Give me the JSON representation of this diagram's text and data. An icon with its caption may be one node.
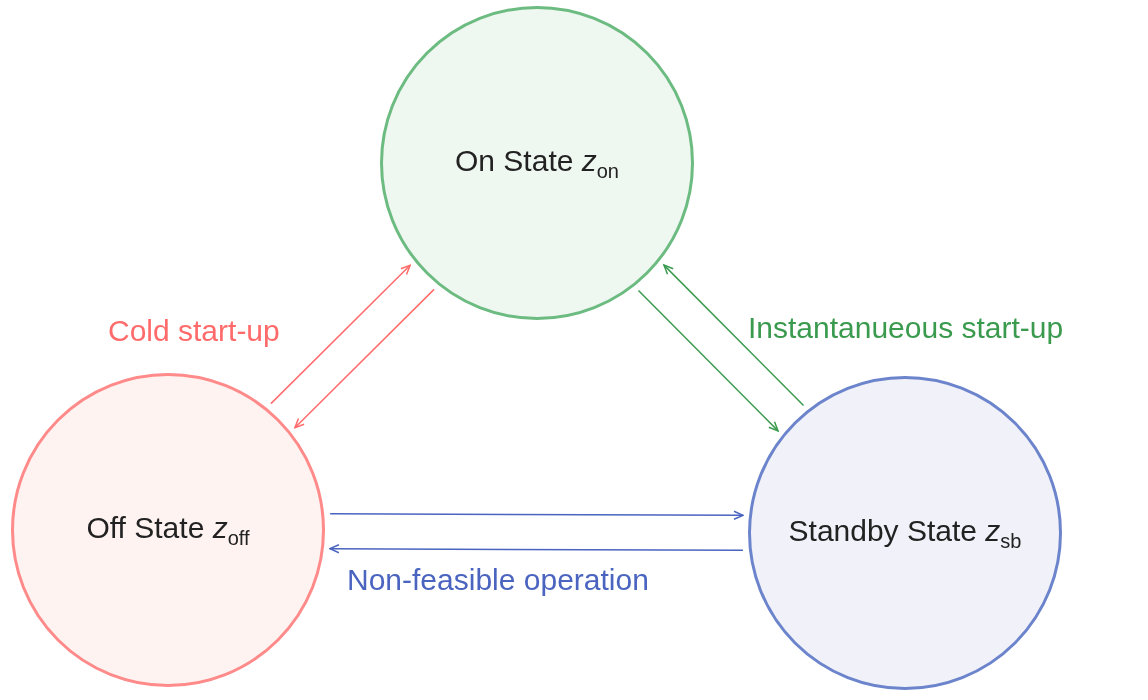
{
  "diagram": {
    "nodes": [
      {
        "text": [
          "On State *z*$_{on}$"
        ]
      },
      {
        "text": [
          "Off State *z*$_{off}$"
        ]
      },
      {
        "text": [
          "Standby State *z*$_{sb}$"
        ]
      }
    ],
    "edges": [
      {
        "from": 1,
        "to": 0,
        "arrow": "to",
        "label": "Cold start-up",
        "color": "#ff6b6b"
      },
      {
        "from": 0,
        "to": 1,
        "arrow": "to",
        "color": "#ff6b6b"
      },
      {
        "from": 0,
        "to": 2,
        "arrow": "to",
        "color": "#3a9a4e"
      },
      {
        "from": 2,
        "to": 0,
        "arrow": "to",
        "label": "Instantanueous start-up",
        "color": "#3a9a4e"
      },
      {
        "from": 1,
        "to": 2,
        "arrow": "to",
        "color": "#4a64c0"
      },
      {
        "from": 2,
        "to": 1,
        "arrow": "to",
        "label": "Non-feasible operation",
        "color": "#4a64c0"
      }
    ]
  }
}
